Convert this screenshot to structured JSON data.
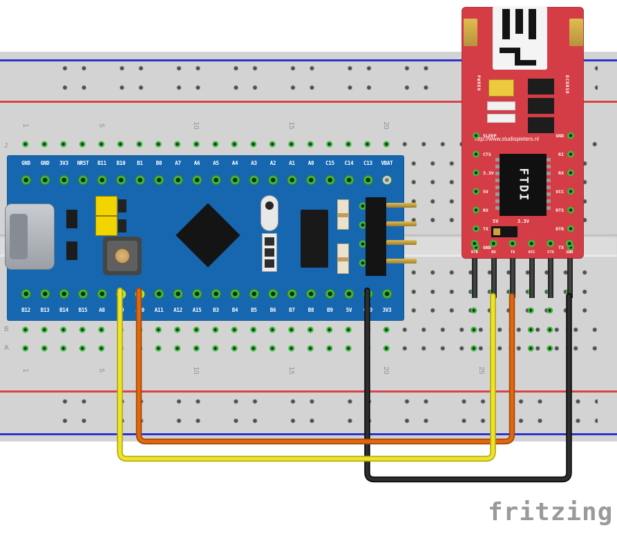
{
  "diagram": {
    "logo_text": "fritzing"
  },
  "breadboard": {
    "top_column_labels": [
      "1",
      "5",
      "10",
      "15",
      "20"
    ],
    "bottom_column_labels": [
      "1",
      "5",
      "10",
      "15",
      "20",
      "25"
    ],
    "row_letter_j": "J",
    "row_letter_b": "B",
    "row_letter_a": "A"
  },
  "stm32": {
    "top_pins": [
      "GND",
      "GND",
      "3V3",
      "NRST",
      "B11",
      "B10",
      "B1",
      "B0",
      "A7",
      "A6",
      "A5",
      "A4",
      "A3",
      "A2",
      "A1",
      "A0",
      "C15",
      "C14",
      "C13",
      "VBAT"
    ],
    "bottom_pins": [
      "B12",
      "B13",
      "B14",
      "B15",
      "A8",
      "A9",
      "A10",
      "A11",
      "A12",
      "A15",
      "B3",
      "B4",
      "B5",
      "B6",
      "B7",
      "B8",
      "B9",
      "5V",
      "GND",
      "3V3"
    ]
  },
  "ftdi": {
    "url_text": "http://www.studiopieters.nl",
    "chip_label": "FTDI",
    "vertical_label_left": "PWREN",
    "vertical_label_right": "DCDRSD",
    "left_pin_labels": [
      "SLEEP",
      "CTS",
      "3.3V",
      "5V",
      "RX",
      "TX",
      "GND"
    ],
    "right_pin_labels": [
      "GND",
      "RI",
      "RX",
      "VCC",
      "RTS",
      "DTR",
      "TX"
    ],
    "jumper_labels": {
      "v5": "5V",
      "v33": "3.3V"
    },
    "bottom_pin_labels": [
      "DTR",
      "RX",
      "TX",
      "VCC",
      "CTS",
      "GND"
    ]
  },
  "wires": {
    "yellow": {
      "color": "#f0e428",
      "outline": "#b6ab12",
      "from": "STM32 A9",
      "to": "FTDI RX"
    },
    "orange": {
      "color": "#e2680f",
      "outline": "#a04a07",
      "from": "STM32 A10",
      "to": "FTDI TX"
    },
    "black": {
      "color": "#2e2e2e",
      "outline": "#0a0a0a",
      "from": "STM32 GND",
      "to": "FTDI GND"
    }
  }
}
